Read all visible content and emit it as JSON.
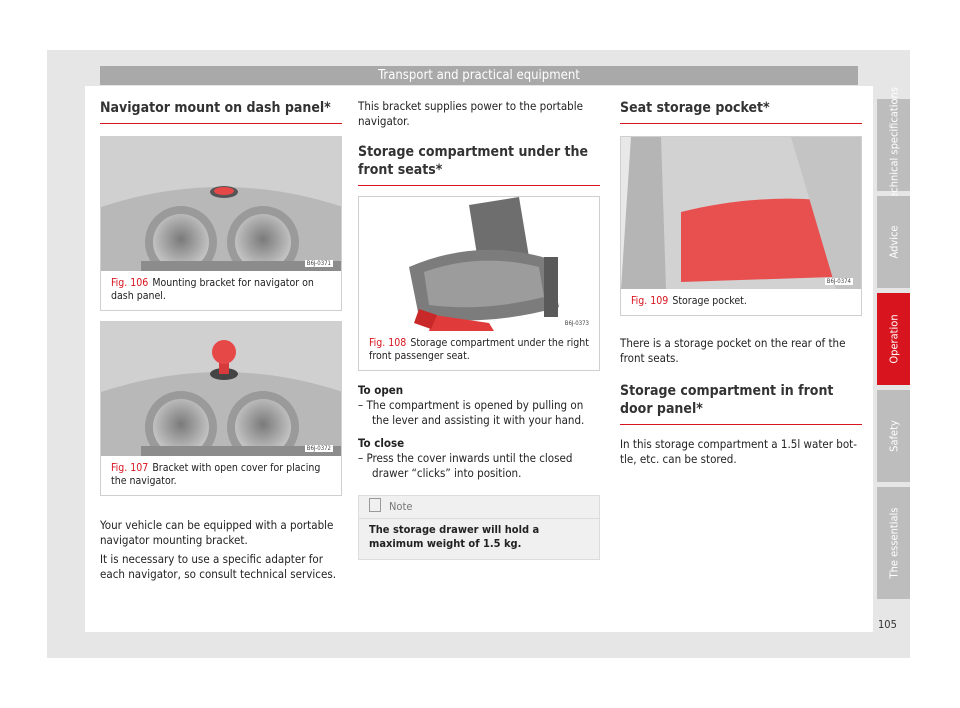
{
  "header": {
    "title": "Transport and practical equipment"
  },
  "col1": {
    "section_title": "Navigator mount on dash panel*",
    "fig106": {
      "num": "Fig. 106",
      "caption": "Mounting bracket for navigator on dash panel.",
      "code": "B6J-0371"
    },
    "fig107": {
      "num": "Fig. 107",
      "caption": "Bracket with open cover for placing the navigator.",
      "code": "B6J-0372"
    },
    "para1": "Your vehicle can be equipped with a portable navigator mounting bracket.",
    "para2": "It is necessary to use a specific adapter for each navigator, so consult technical services."
  },
  "col2": {
    "para1": "This bracket supplies power to the portable navigator.",
    "section_title": "Storage compartment under the front seats*",
    "fig108": {
      "num": "Fig. 108",
      "caption": "Storage compartment under the right front passenger seat.",
      "code": "B6J-0373"
    },
    "open_head": "To open",
    "open_item": "– The compartment is opened by pulling on the lever and assisting it with your hand.",
    "close_head": "To close",
    "close_item": "– Press the cover inwards until the closed drawer “clicks” into position.",
    "note": {
      "label": "Note",
      "text": "The storage drawer will hold a maximum weight of 1.5 kg."
    }
  },
  "col3": {
    "section_title": "Seat storage pocket*",
    "fig109": {
      "num": "Fig. 109",
      "caption": "Storage pocket.",
      "code": "B6J-0374"
    },
    "para1": "There is a storage pocket on the rear of the front seats.",
    "section_title2": "Storage compartment in front door panel*",
    "para2": "In this storage compartment a 1.5l water bot-tle, etc. can be stored."
  },
  "tabs": [
    "Technical specifications",
    "Advice",
    "Operation",
    "Safety",
    "The essentials"
  ],
  "page_number": "105",
  "colors": {
    "accent": "#d8141e",
    "tab": "#bdbdbd",
    "header": "#a9a9a9"
  }
}
